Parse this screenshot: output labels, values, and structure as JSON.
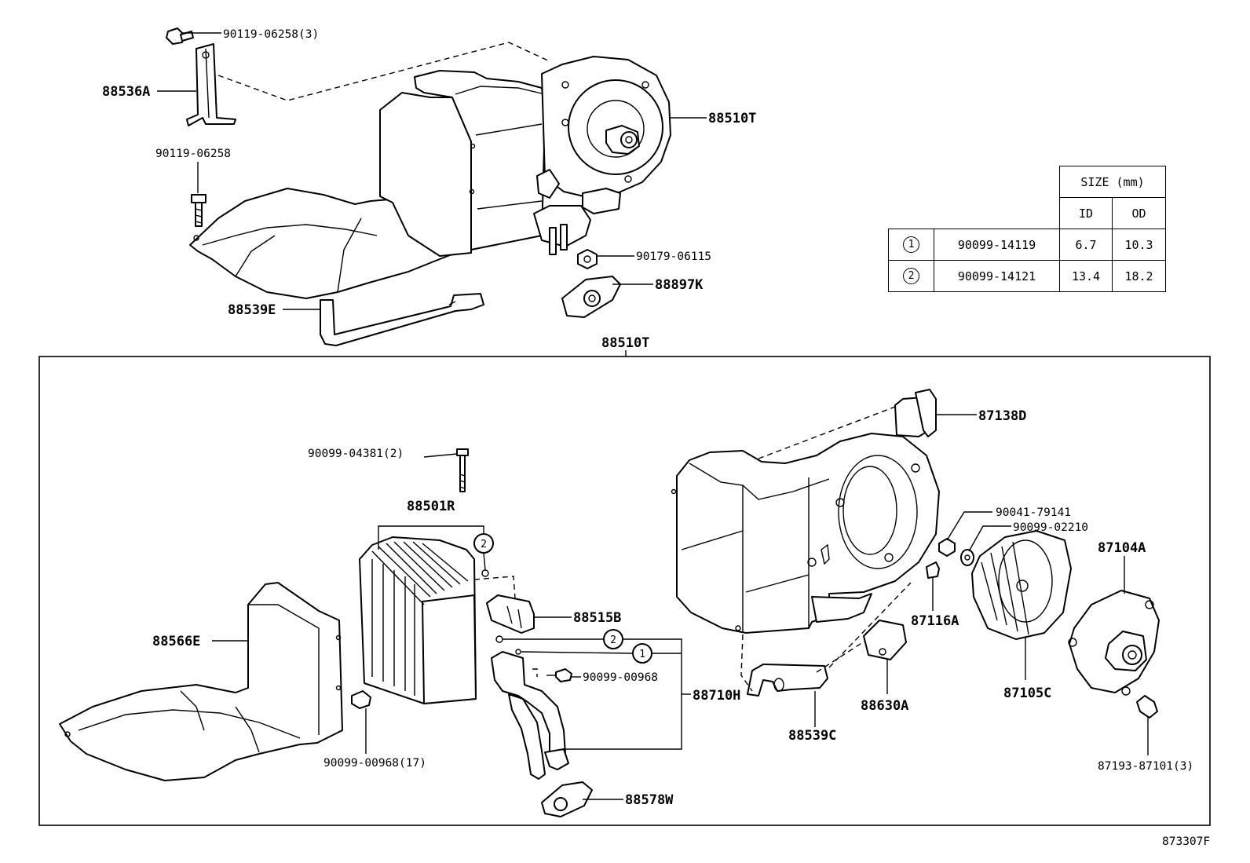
{
  "upper_assembly": {
    "labels": {
      "p_90119_06258_3": "90119-06258(3)",
      "p_88536A": "88536A",
      "p_90119_06258": "90119-06258",
      "p_88510T_top": "88510T",
      "p_90179_06115": "90179-06115",
      "p_88897K": "88897K",
      "p_88539E": "88539E"
    }
  },
  "size_table": {
    "header_group": "SIZE (mm)",
    "col_id": "ID",
    "col_od": "OD",
    "rows": [
      {
        "mark": "1",
        "part_no": "90099-14119",
        "id": "6.7",
        "od": "10.3"
      },
      {
        "mark": "2",
        "part_no": "90099-14121",
        "id": "13.4",
        "od": "18.2"
      }
    ]
  },
  "lower_assembly": {
    "frame_label": "88510T",
    "labels": {
      "p_87138D": "87138D",
      "p_90099_04381_2": "90099-04381(2)",
      "p_88501R": "88501R",
      "p_90041_79141": "90041-79141",
      "p_90099_02210": "90099-02210",
      "p_87104A": "87104A",
      "p_88515B": "88515B",
      "p_87116A": "87116A",
      "p_88566E": "88566E",
      "p_90099_00968": "90099-00968",
      "p_88710H": "88710H",
      "p_87105C": "87105C",
      "p_88630A": "88630A",
      "p_88539C": "88539C",
      "p_90099_00968_17": "90099-00968(17)",
      "p_87193_87101_3": "87193-87101(3)",
      "p_88578W": "88578W"
    },
    "callouts": {
      "circle_2_top": "2",
      "circle_2_mid": "2",
      "circle_1_mid": "1"
    }
  },
  "figure_code": "873307F"
}
